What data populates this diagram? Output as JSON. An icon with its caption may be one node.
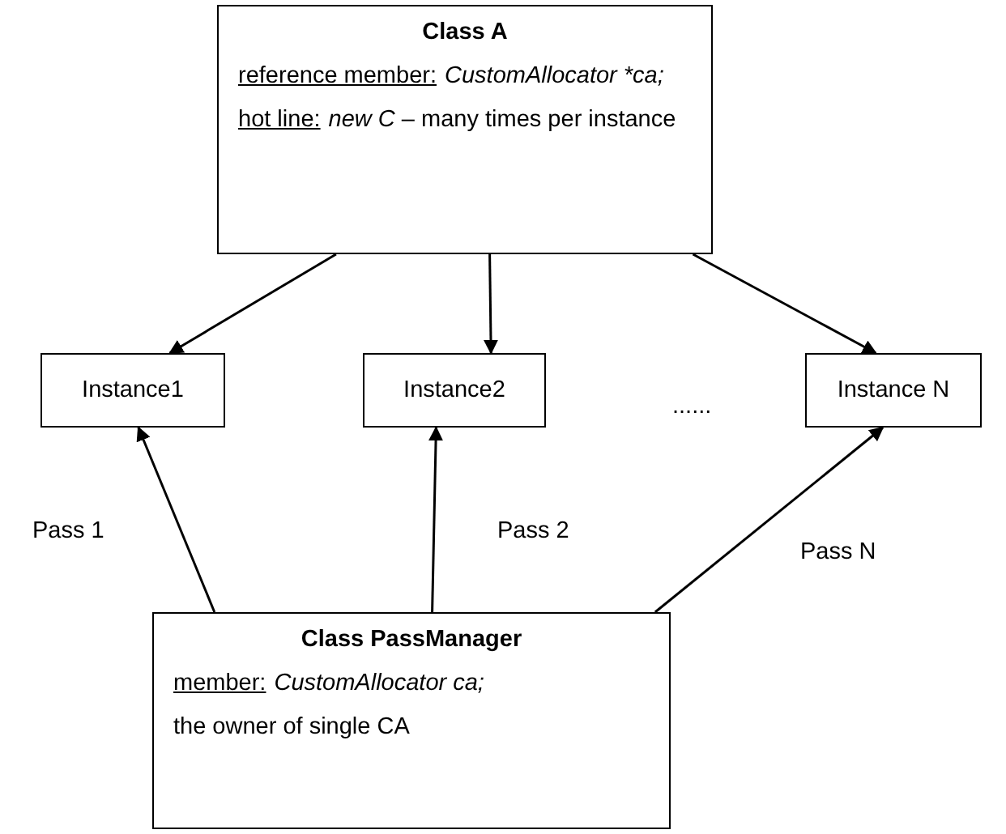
{
  "diagram": {
    "nodes": [
      {
        "text": [
          "Class A",
          "reference member:",
          "CustomAllocator *ca;",
          "hot line:",
          "*new C* – many times per instance"
        ]
      },
      {
        "text": [
          "Instance1"
        ]
      },
      {
        "text": [
          "Instance2"
        ]
      },
      {
        "text": [
          "Instance N"
        ]
      },
      {
        "text": [
          "Class PassManager",
          "member:",
          "CustomAllocator ca;",
          "the owner of single CA"
        ]
      }
    ],
    "edges": [
      {
        "from": 0,
        "to": 1,
        "arrow": "to"
      },
      {
        "from": 0,
        "to": 2,
        "arrow": "to"
      },
      {
        "from": 0,
        "to": 3,
        "arrow": "to"
      },
      {
        "from": 4,
        "to": 1,
        "arrow": "to",
        "label": "Pass 1"
      },
      {
        "from": 4,
        "to": 2,
        "arrow": "to",
        "label": "Pass 2"
      },
      {
        "from": 4,
        "to": 3,
        "arrow": "to",
        "label": "Pass N"
      }
    ],
    "labels": [
      "......"
    ]
  }
}
